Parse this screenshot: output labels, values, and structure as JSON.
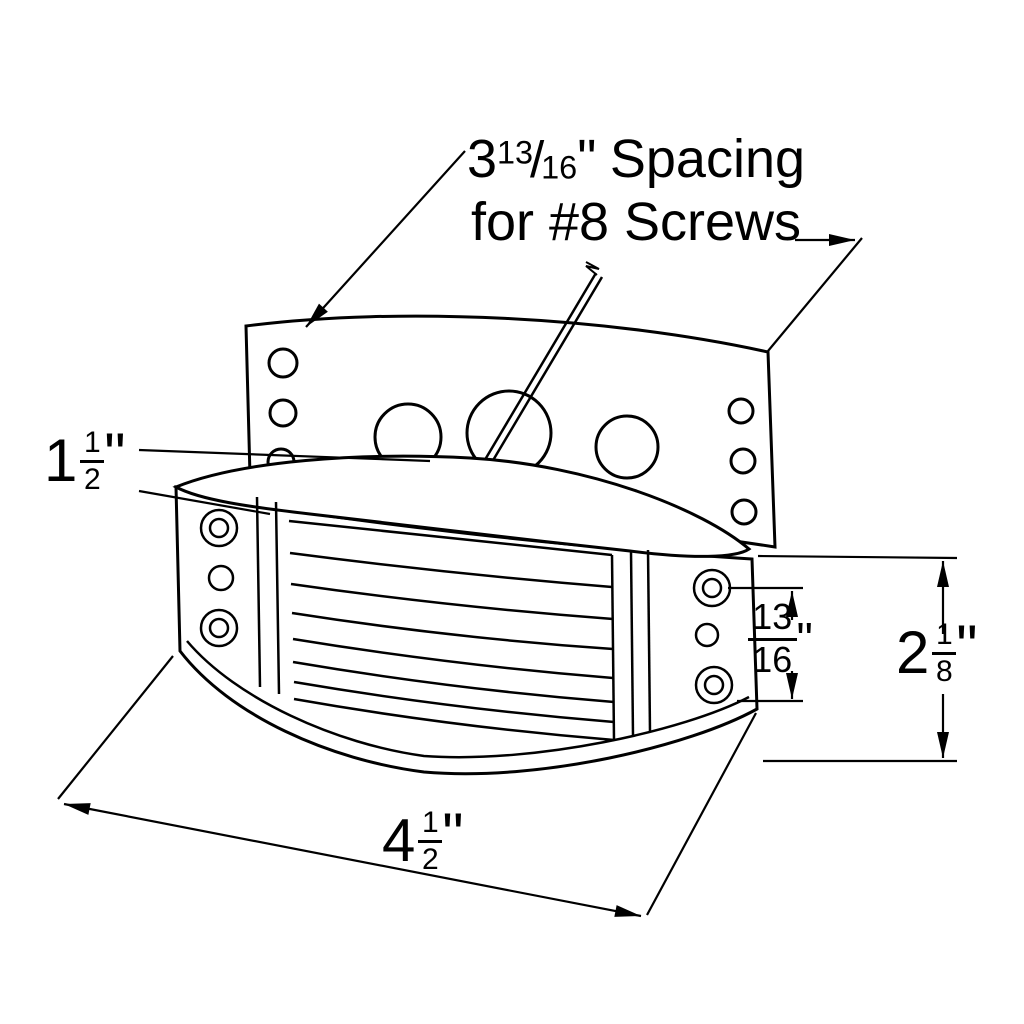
{
  "drawing": {
    "spacing_note": {
      "whole": "3",
      "num": "13",
      "slash": "/",
      "den": "16",
      "unit": "\"",
      "word": "Spacing",
      "line2": "for #8 Screws"
    },
    "dim_depth": {
      "whole": "1",
      "num": "1",
      "den": "2",
      "unit": "\""
    },
    "dim_hole_offset": {
      "num": "13",
      "den": "16",
      "unit": "\""
    },
    "dim_height": {
      "whole": "2",
      "num": "1",
      "den": "8",
      "unit": "\""
    },
    "dim_width": {
      "whole": "4",
      "num": "1",
      "den": "2",
      "unit": "\""
    }
  },
  "style": {
    "line_color": "#000000",
    "background_color": "#ffffff",
    "text_color": "#000000"
  }
}
